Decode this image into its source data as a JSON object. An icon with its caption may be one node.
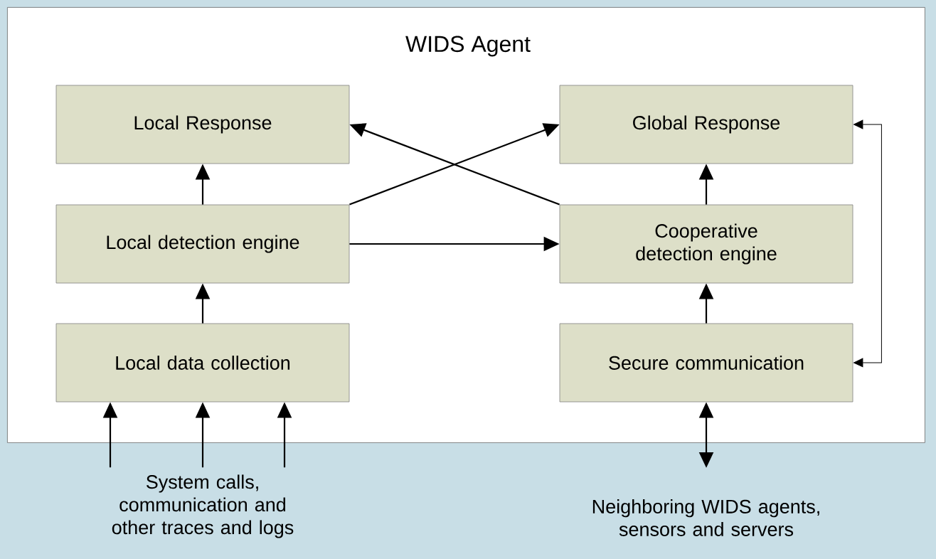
{
  "diagram": {
    "nodes": [
      {
        "text": [
          "WIDS Agent"
        ]
      },
      {
        "text": [
          "Local Response"
        ],
        "in": 0
      },
      {
        "text": [
          "Global Response"
        ],
        "in": 0
      },
      {
        "text": [
          "Local detection engine"
        ],
        "in": 0
      },
      {
        "text": [
          "Cooperative detection engine"
        ],
        "in": 0
      },
      {
        "text": [
          "Local data collection"
        ],
        "in": 0
      },
      {
        "text": [
          "Secure communication"
        ],
        "in": 0
      },
      {
        "text": [
          "System calls, communication and other traces and logs"
        ]
      },
      {
        "text": [
          "Neighboring WIDS agents, sensors and servers"
        ]
      }
    ],
    "edges": [
      {
        "from": 3,
        "to": 1,
        "arrow": "to"
      },
      {
        "from": 3,
        "to": 2,
        "arrow": "to"
      },
      {
        "from": 4,
        "to": 1,
        "arrow": "to"
      },
      {
        "from": 3,
        "to": 4,
        "arrow": "to"
      },
      {
        "from": 4,
        "to": 2,
        "arrow": "to"
      },
      {
        "from": 5,
        "to": 3,
        "arrow": "to"
      },
      {
        "from": 6,
        "to": 4,
        "arrow": "to"
      },
      {
        "from": 6,
        "to": 2,
        "arrow": "both"
      },
      {
        "from": 7,
        "to": 5,
        "arrow": "to"
      },
      {
        "from": 7,
        "to": 5,
        "arrow": "to"
      },
      {
        "from": 7,
        "to": 5,
        "arrow": "to"
      },
      {
        "from": 8,
        "to": 6,
        "arrow": "both"
      }
    ]
  }
}
